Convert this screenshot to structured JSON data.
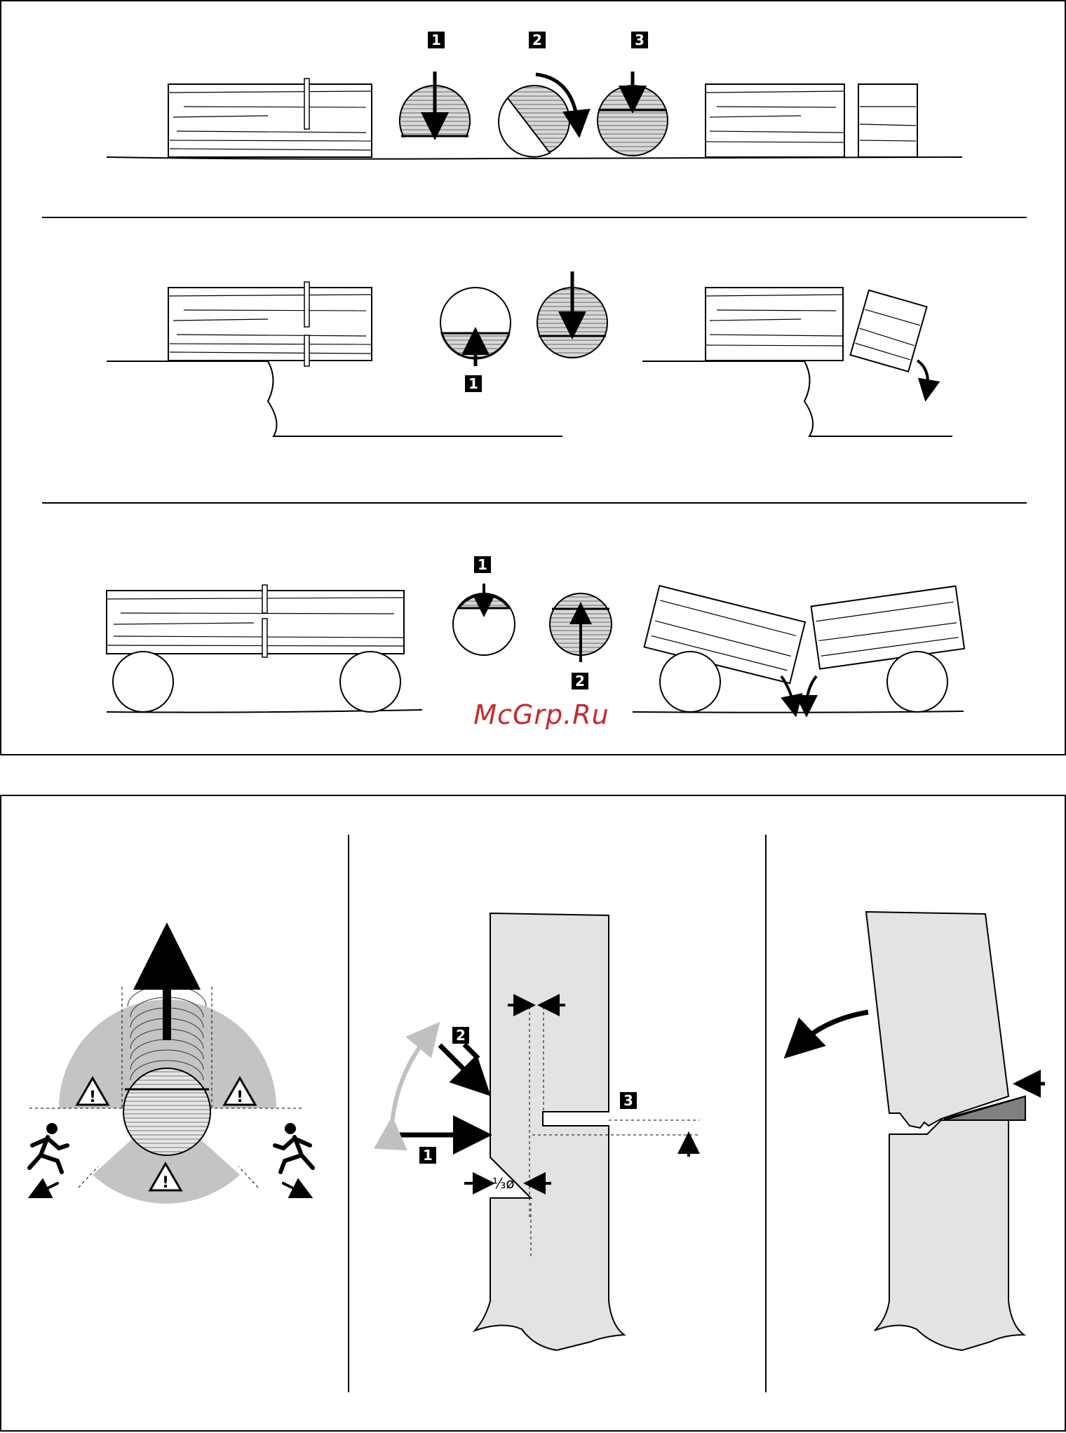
{
  "watermark": "McGrp.Ru",
  "row1": {
    "badges": [
      "1",
      "2",
      "3"
    ]
  },
  "row2": {
    "badges": [
      "1"
    ]
  },
  "row3": {
    "badges": [
      "1",
      "2"
    ]
  },
  "felling": {
    "badges": [
      "1",
      "2",
      "3"
    ],
    "fraction_label": "⅓ø"
  },
  "icons": {
    "warning": "warning-triangle-icon",
    "running_person": "running-person-icon",
    "direction_arrow": "arrow-icon"
  },
  "colors": {
    "stroke": "#000000",
    "fill_light": "#e3e3e3",
    "fill_zone": "#c4c4c4",
    "fill_dark": "#808080",
    "arrow_grey": "#c0c0c0",
    "watermark": "#c8282d"
  }
}
